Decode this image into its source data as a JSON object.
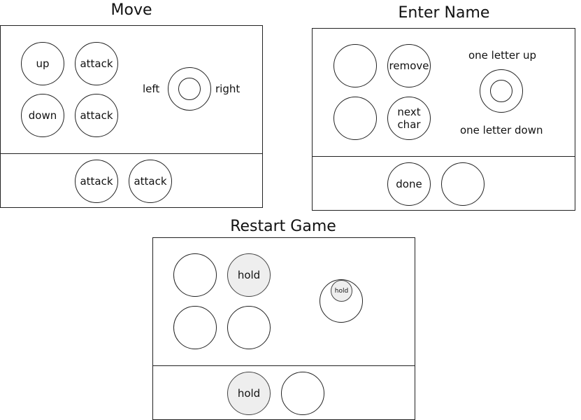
{
  "move": {
    "title": "Move",
    "buttons": {
      "up": "up",
      "attack_top": "attack",
      "down": "down",
      "attack_mid": "attack",
      "bottom_left": "attack",
      "bottom_right": "attack"
    },
    "stick": {
      "left": "left",
      "right": "right"
    }
  },
  "enter_name": {
    "title": "Enter Name",
    "buttons": {
      "remove": "remove",
      "next_char_line1": "next",
      "next_char_line2": "char",
      "done": "done"
    },
    "stick": {
      "up": "one letter up",
      "down": "one letter down"
    }
  },
  "restart": {
    "title": "Restart Game",
    "buttons": {
      "hold_top": "hold",
      "hold_bottom": "hold"
    },
    "stick": {
      "hold": "hold"
    }
  },
  "colors": {
    "outline": "#222222",
    "hold_fill": "#eeeeee"
  }
}
